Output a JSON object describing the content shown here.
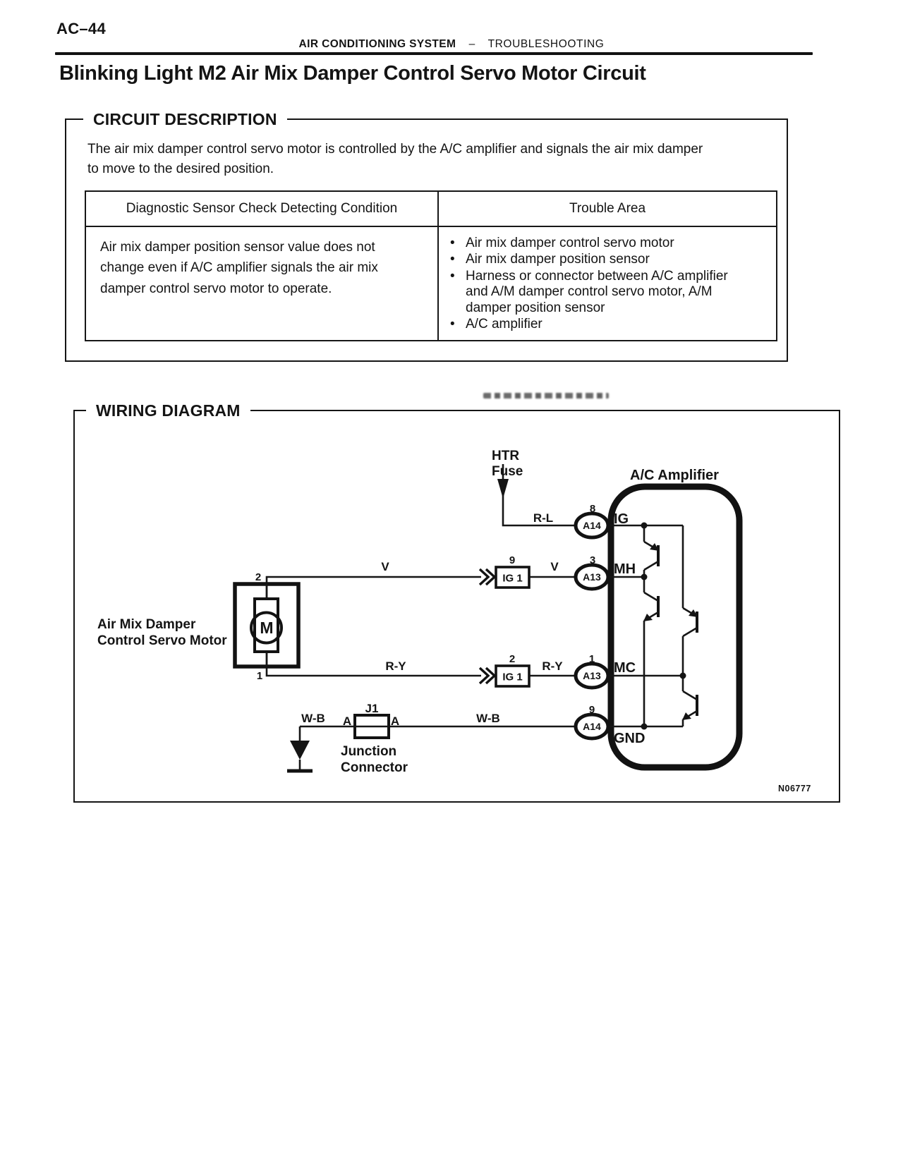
{
  "page": {
    "code": "AC–44",
    "header": {
      "section": "AIR CONDITIONING SYSTEM",
      "dash": "–",
      "subsection": "TROUBLESHOOTING"
    },
    "title": "Blinking Light M2 Air Mix Damper Control Servo Motor Circuit"
  },
  "circuit_description": {
    "heading": "CIRCUIT DESCRIPTION",
    "body": "The air mix damper control servo motor is controlled by the A/C amplifier and signals the air mix damper to move to the desired position."
  },
  "diagnosis_table": {
    "bullet": "•",
    "headers": {
      "condition": "Diagnostic Sensor Check Detecting Condition",
      "trouble": "Trouble Area"
    },
    "condition": "Air mix damper position sensor value does not change even if A/C amplifier signals the air mix damper control servo motor to operate.",
    "trouble_areas": [
      "Air mix damper control servo motor",
      "Air mix damper position sensor",
      "Harness or connector between A/C amplifier and A/M damper control servo motor, A/M damper position sensor",
      "A/C amplifier"
    ]
  },
  "wiring": {
    "heading": "WIRING DIAGRAM",
    "figure_code": "N06777",
    "htr_fuse": {
      "line1": "HTR",
      "line2": "Fuse"
    },
    "amplifier": {
      "label": "A/C Amplifier",
      "terminals": {
        "ig": "IG",
        "mh": "MH",
        "mc": "MC",
        "gnd": "GND"
      }
    },
    "motor": {
      "label_line1": "Air Mix Damper",
      "label_line2": "Control Servo Motor",
      "symbol": "M",
      "pin_top": "2",
      "pin_bottom": "1"
    },
    "junction": {
      "id": "J1",
      "label_line1": "Junction",
      "label_line2": "Connector",
      "pin_left": "A",
      "pin_right": "A"
    },
    "connectors": {
      "ig": {
        "pin": "8",
        "name": "A14"
      },
      "mh": {
        "pin": "3",
        "name": "A13"
      },
      "mc": {
        "pin": "1",
        "name": "A13"
      },
      "gnd": {
        "pin": "9",
        "name": "A14"
      },
      "ig1_top": {
        "pin": "9",
        "name": "IG 1"
      },
      "ig1_bottom": {
        "pin": "2",
        "name": "IG 1"
      }
    },
    "wires": {
      "rl": "R-L",
      "v1": "V",
      "v2": "V",
      "ry1": "R-Y",
      "ry2": "R-Y",
      "wb1": "W-B",
      "wb2": "W-B"
    }
  }
}
